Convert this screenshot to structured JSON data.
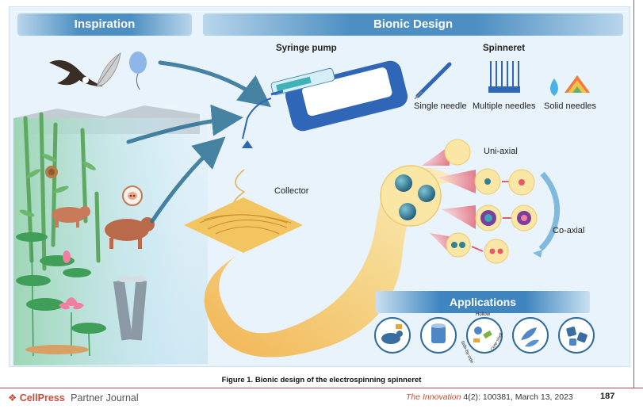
{
  "banners": {
    "inspiration": "Inspiration",
    "bionic_design": "Bionic Design",
    "applications": "Applications"
  },
  "labels": {
    "syringe_pump": "Syringe pump",
    "spinneret": "Spinneret",
    "single_needle": "Single needle",
    "multiple_needles": "Multiple needles",
    "solid_needles": "Solid needles",
    "collector": "Collector",
    "uni_axial": "Uni-axial",
    "co_axial": "Co-axial"
  },
  "application_icons": {
    "ring_labels": [
      "Hollow",
      "Side-by-side",
      "Core-shell"
    ],
    "icons": [
      "mouse-icon",
      "cylinder-icon",
      "fiber-structures-icon",
      "leaves-icon",
      "dice-icon"
    ]
  },
  "caption": "Figure 1.  Bionic design of the electrospinning spinneret",
  "footer": {
    "brand": "CellPress",
    "partner": "Partner Journal",
    "journal": "The Innovation",
    "citation": " 4(2): 100381, March 13, 2023",
    "page": "187"
  },
  "colors": {
    "banner_blue": "#4d8fc2",
    "fiber_yellow": "#f5d27a",
    "footer_red": "#c94b37",
    "bamboo_green": "#5ea862"
  }
}
